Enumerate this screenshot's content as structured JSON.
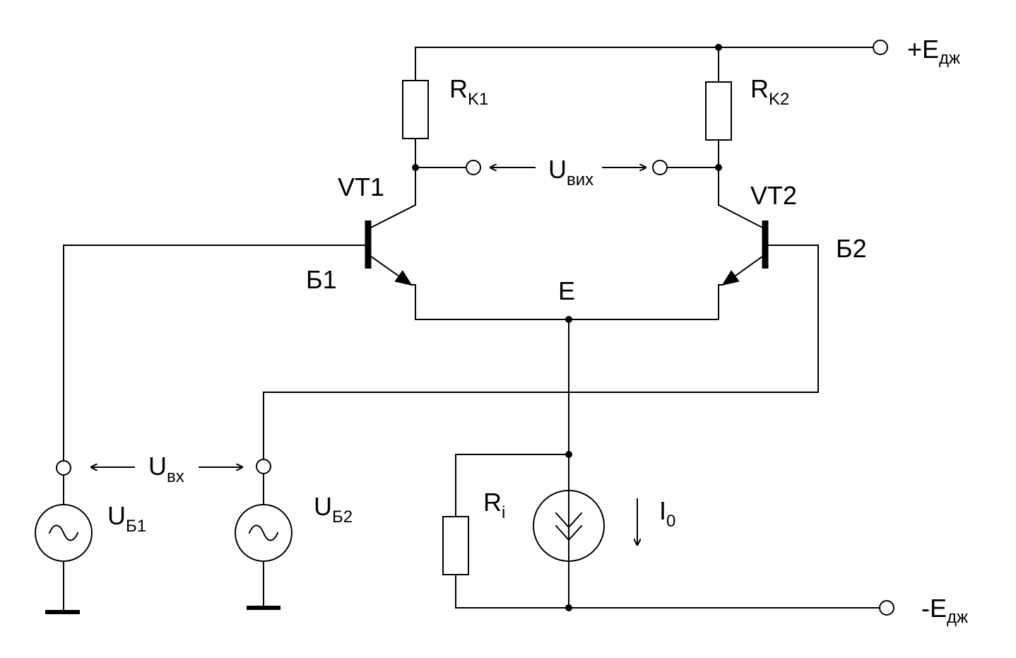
{
  "supply": {
    "pos": "+E",
    "neg": "-E",
    "sub": "дж"
  },
  "transistors": {
    "t1": "VT1",
    "t2": "VT2"
  },
  "bases": {
    "b1": "Б1",
    "b2": "Б2"
  },
  "node_e": "E",
  "resistors": {
    "rk1": {
      "main": "R",
      "sub": "K1"
    },
    "rk2": {
      "main": "R",
      "sub": "K2"
    },
    "ri": {
      "main": "R",
      "sub": "i"
    }
  },
  "output": {
    "main": "U",
    "sub": "вих"
  },
  "input": {
    "main": "U",
    "sub": "вх"
  },
  "sources": {
    "ub1": {
      "main": "U",
      "sub": "Б1"
    },
    "ub2": {
      "main": "U",
      "sub": "Б2"
    }
  },
  "current": {
    "main": "I",
    "sub": "0"
  }
}
